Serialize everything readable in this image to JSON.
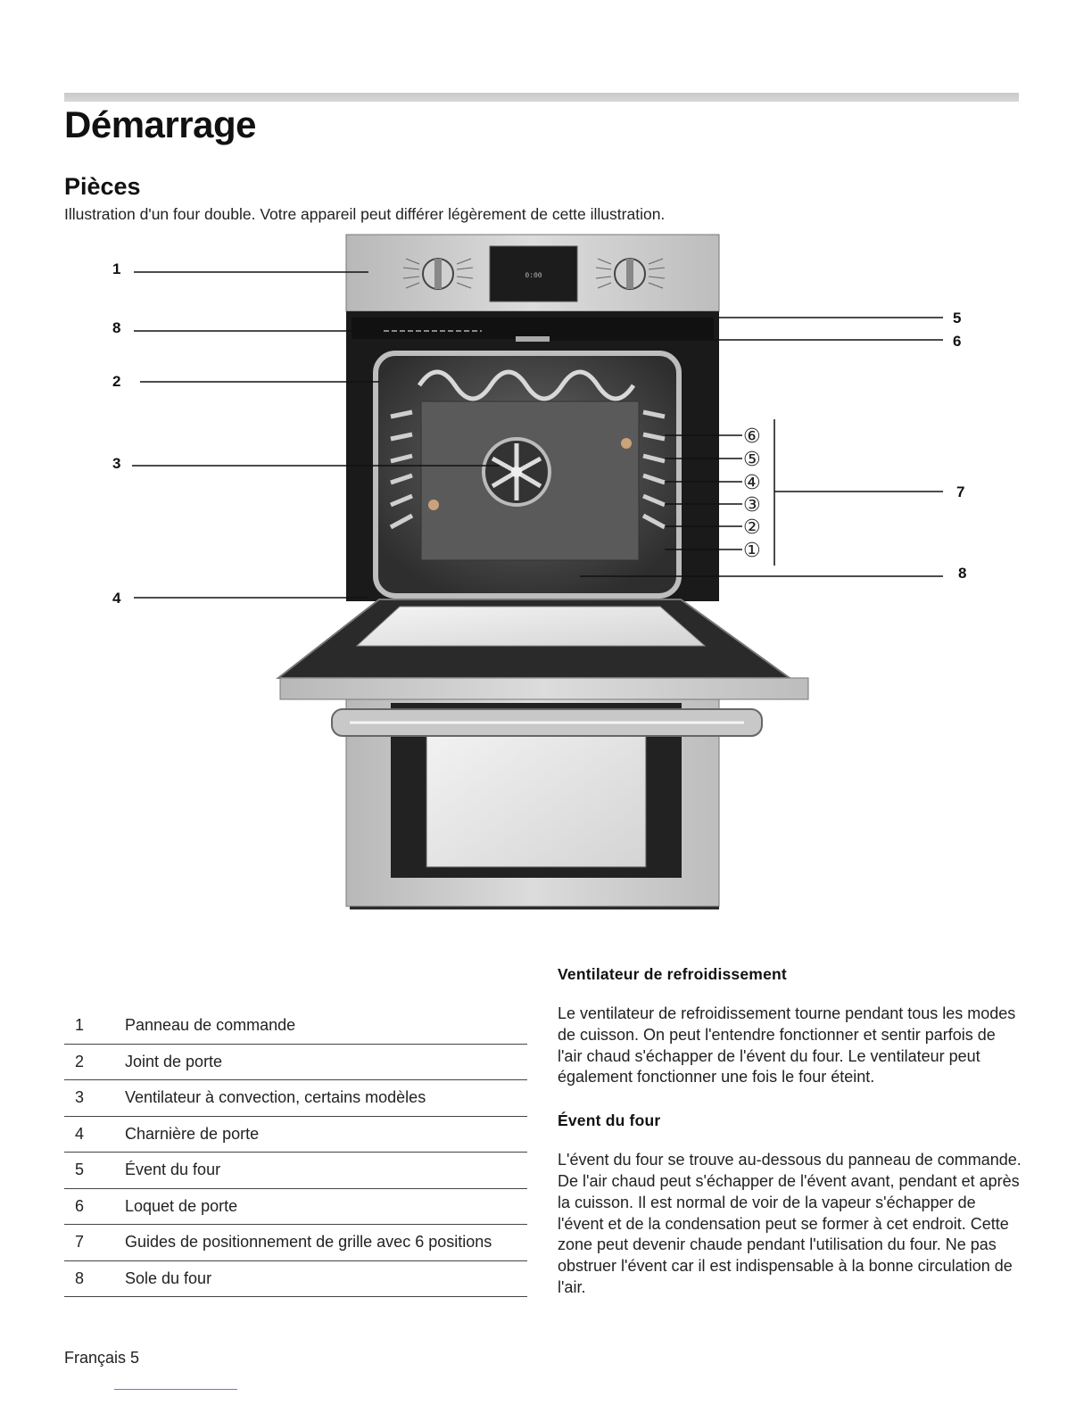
{
  "section_title": "Démarrage",
  "subsection_title": "Pièces",
  "intro": "Illustration d'un four double. Votre appareil peut différer légèrement de cette illustration.",
  "figure": {
    "callouts": [
      "1",
      "8",
      "2",
      "3",
      "4",
      "5",
      "6",
      "7",
      "8"
    ],
    "rack_positions": [
      "⑥",
      "⑤",
      "④",
      "③",
      "②",
      "①"
    ]
  },
  "parts": [
    {
      "num": "1",
      "label": "Panneau de commande"
    },
    {
      "num": "2",
      "label": "Joint de porte"
    },
    {
      "num": "3",
      "label": "Ventilateur à convection, certains modèles"
    },
    {
      "num": "4",
      "label": "Charnière de porte"
    },
    {
      "num": "5",
      "label": "Évent du four"
    },
    {
      "num": "6",
      "label": "Loquet de porte"
    },
    {
      "num": "7",
      "label": "Guides de positionnement de grille avec 6 positions"
    },
    {
      "num": "8",
      "label": "Sole du four"
    }
  ],
  "sections": [
    {
      "title": "Ventilateur de refroidissement",
      "body": "Le ventilateur de refroidissement tourne pendant tous les modes de cuisson. On peut l'entendre fonctionner et sentir parfois de l'air chaud s'échapper de l'évent du four. Le ventilateur peut également fonctionner une fois le four éteint."
    },
    {
      "title": "Évent du four",
      "body": "L'évent du four se trouve au-dessous du panneau de commande. De l'air chaud peut s'échapper de l'évent avant, pendant et après la cuisson. Il est normal de voir de la vapeur s'échapper de l'évent et de la condensation peut se former à cet endroit. Cette zone peut devenir chaude pendant l'utilisation du four. Ne pas obstruer l'évent car il est indispensable à la bonne circulation de l'air."
    }
  ],
  "footer": "Français 5"
}
